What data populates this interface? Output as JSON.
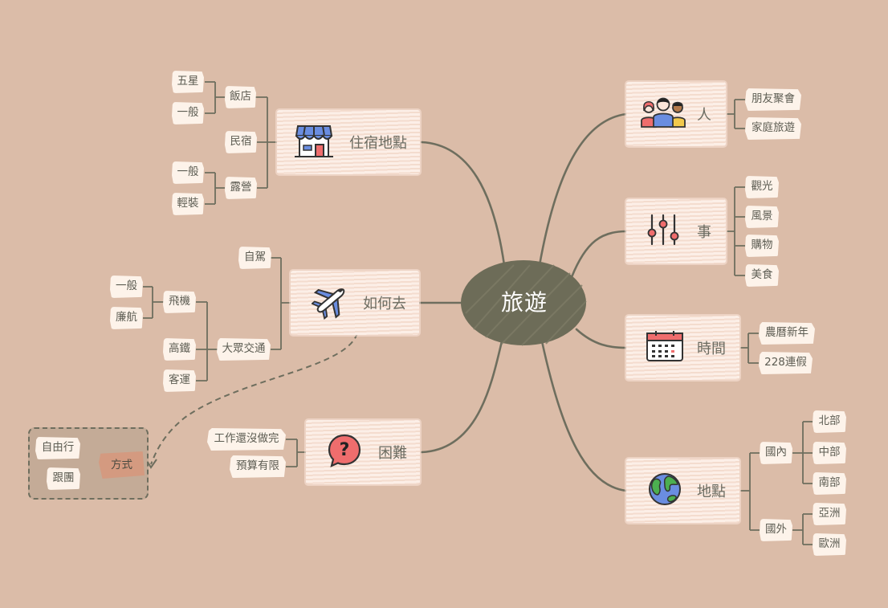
{
  "center": {
    "label": "旅遊"
  },
  "topics": {
    "lodging": {
      "label": "住宿地點",
      "icon": "store-icon",
      "children": {
        "hotel": "飯店",
        "hotel_5star": "五星",
        "hotel_normal": "一般",
        "bnb": "民宿",
        "camping": "露營",
        "camp_normal": "一般",
        "camp_light": "輕裝"
      }
    },
    "transport": {
      "label": "如何去",
      "icon": "airplane-icon",
      "children": {
        "self_drive": "自駕",
        "public": "大眾交通",
        "plane": "飛機",
        "plane_normal": "一般",
        "plane_lcc": "廉航",
        "hsr": "高鐵",
        "bus": "客運"
      }
    },
    "difficulty": {
      "label": "困難",
      "icon": "question-bubble-icon",
      "children": {
        "work": "工作還沒做完",
        "budget": "預算有限"
      }
    },
    "people": {
      "label": "人",
      "icon": "people-icon",
      "children": {
        "friends": "朋友聚會",
        "family": "家庭旅遊"
      }
    },
    "things": {
      "label": "事",
      "icon": "sliders-icon",
      "children": {
        "sightseeing": "觀光",
        "scenery": "風景",
        "shopping": "購物",
        "food": "美食"
      }
    },
    "time": {
      "label": "時間",
      "icon": "calendar-icon",
      "children": {
        "lunar_new_year": "農曆新年",
        "holiday_228": "228連假"
      }
    },
    "place": {
      "label": "地點",
      "icon": "globe-icon",
      "children": {
        "domestic": "國內",
        "north": "北部",
        "central": "中部",
        "south": "南部",
        "abroad": "國外",
        "asia": "亞洲",
        "europe": "歐洲"
      }
    }
  },
  "floating": {
    "label": "方式",
    "children": {
      "free": "自由行",
      "tour": "跟團"
    }
  },
  "colors": {
    "background": "#dbbca8",
    "branch": "#6e6e5e",
    "center": "#6d6c58",
    "node": "#fbe6da",
    "leaf": "#fdf3ea",
    "floating_core": "#d49a80"
  }
}
